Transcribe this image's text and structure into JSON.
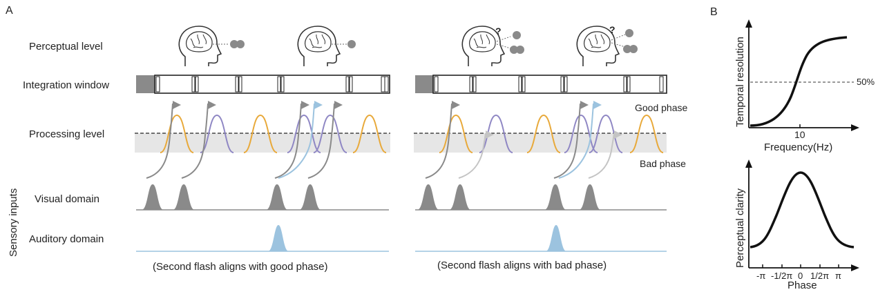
{
  "panel_a": {
    "label": "A",
    "row_labels": {
      "perceptual": "Perceptual level",
      "integration": "Integration window",
      "processing": "Processing level",
      "visual": "Visual domain",
      "auditory": "Auditory domain",
      "sensory": "Sensory inputs"
    },
    "phase_labels": {
      "good": "Good phase",
      "bad": "Bad phase"
    },
    "captions": {
      "left": "(Second flash aligns with good phase)",
      "right": "(Second flash aligns with bad phase)"
    },
    "question_mark": "?"
  },
  "panel_b": {
    "label": "B",
    "top": {
      "ylabel": "Temporal resolution",
      "xlabel": "Frequency(Hz)",
      "xtick": "10",
      "reference_label": "50%"
    },
    "bottom": {
      "ylabel": "Perceptual clarity",
      "xlabel": "Phase",
      "xticks": [
        "-π",
        "-1/2π",
        "0",
        "1/2π",
        "π"
      ]
    }
  },
  "colors": {
    "orange": "#e8a93a",
    "purple": "#8f87c4",
    "gray": "#8a8a8a",
    "light_gray": "#c4c4c4",
    "blue": "#9cc3df",
    "band": "#e6e6e6"
  }
}
